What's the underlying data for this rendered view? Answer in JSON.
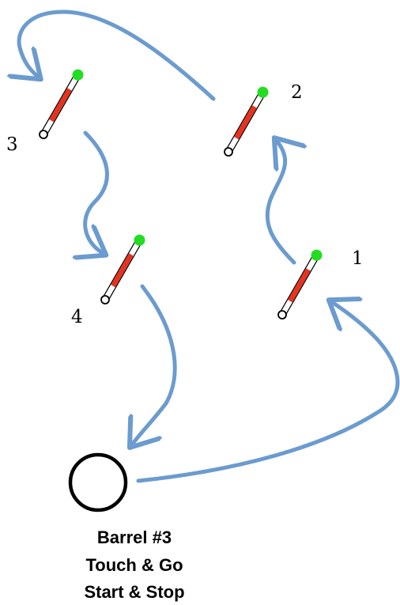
{
  "caption": {
    "line1": "Barrel #3",
    "line2": "Touch & Go",
    "line3": "Start & Stop"
  },
  "markers": [
    {
      "id": "1",
      "label": "1"
    },
    {
      "id": "2",
      "label": "2"
    },
    {
      "id": "3",
      "label": "3"
    },
    {
      "id": "4",
      "label": "4"
    }
  ],
  "colors": {
    "path": "#6b9bcf",
    "pole_red": "#e8321e",
    "pole_tip": "#22dd22",
    "outline": "#000000"
  }
}
